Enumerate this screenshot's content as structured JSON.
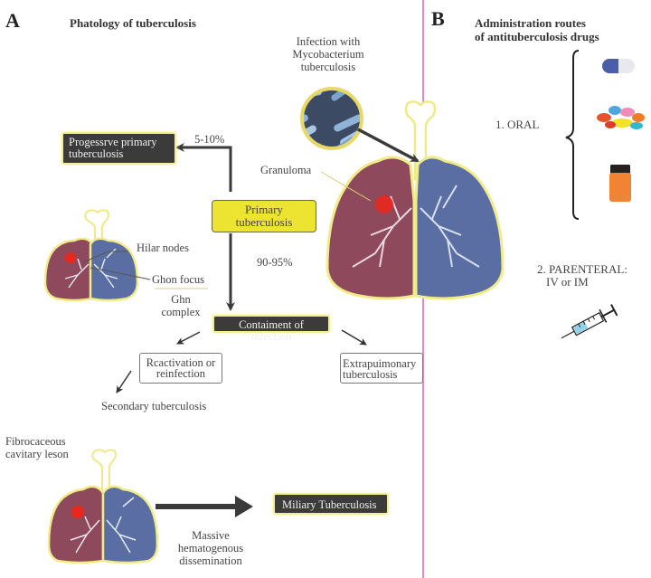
{
  "panel_a": {
    "letter": "A",
    "title": "Phatology of tuberculosis",
    "infection_label": [
      "Infection with",
      "Mycobacterium",
      "tuberculosis"
    ],
    "granuloma_label": "Granuloma",
    "progressive_box": [
      "Progessrve primary",
      "tuberculosis"
    ],
    "pct_progressive": "5-10%",
    "primary_box": [
      "Primary",
      "tuberculosis"
    ],
    "pct_containment": "90-95%",
    "hilar_nodes_label": "Hilar  nodes",
    "ghon_focus_label": "Ghon  focus",
    "ghon_complex_label": [
      "Ghn",
      "complex"
    ],
    "containment_box": "Contaiment of infection",
    "reactivation_box": [
      "Rcactivation or",
      "reinfection"
    ],
    "extrapulmonary_box": [
      "Extrapuimonary",
      "tuberculosis"
    ],
    "secondary_label": "Secondary tuberculosis",
    "fibrocaseous_label": [
      "Fibrocaceous",
      "cavitary leson"
    ],
    "miliary_box": "Miliary Tuberculosis",
    "dissemination_label": [
      "Massive",
      "hematogenous",
      "dissemination"
    ]
  },
  "panel_b": {
    "letter": "B",
    "title": [
      "Administration routes",
      "of antituberculosis drugs"
    ],
    "oral_label": "1. ORAL",
    "parenteral_label": [
      "2. PARENTERAL:",
      "IV or IM"
    ],
    "oral_icons": [
      "capsule-icon",
      "pills-icon",
      "pill-bottle-icon"
    ],
    "parenteral_icon": "syringe-icon"
  },
  "colors": {
    "divider": "#d96fb6",
    "dark_box": "#3b3b3b",
    "yellow_box": "#ece431",
    "lung_left": "#8e4a5c",
    "lung_right": "#5a6ea3",
    "lesion": "#e8281e",
    "outline": "#f1ec8a"
  }
}
